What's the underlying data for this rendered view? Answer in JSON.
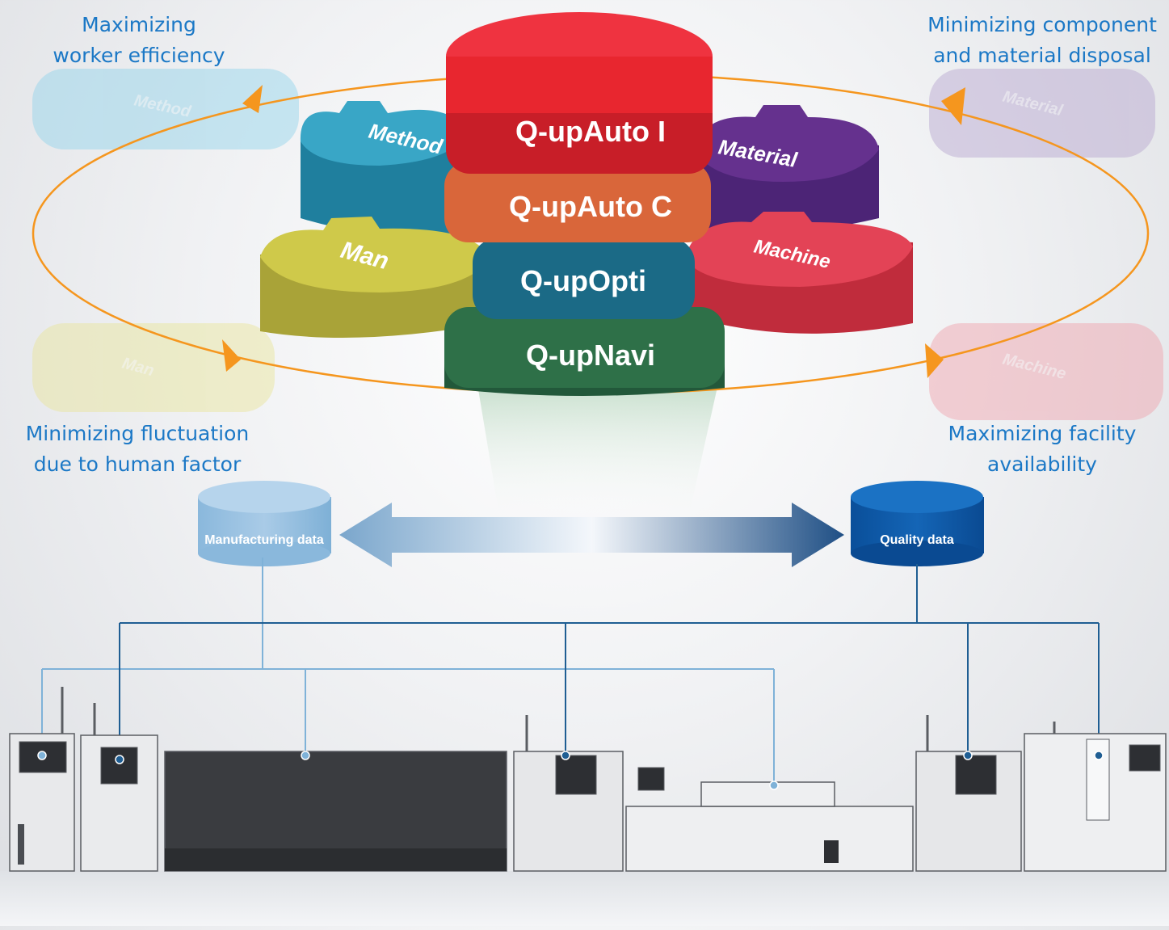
{
  "corners": {
    "top_left": [
      "Maximizing",
      "worker efficiency"
    ],
    "top_right": [
      "Minimizing component",
      "and material disposal"
    ],
    "bottom_left": [
      "Minimizing fluctuation",
      "due to human factor"
    ],
    "bottom_right": [
      "Maximizing facility",
      "availability"
    ]
  },
  "gears": {
    "method": "Method",
    "material": "Material",
    "man": "Man",
    "machine": "Machine"
  },
  "ghost_gears": {
    "method": "Method",
    "material": "Material",
    "man": "Man",
    "machine": "Machine"
  },
  "core_stack": {
    "auto_i": "Q-upAuto I",
    "auto_c": "Q-upAuto C",
    "opti": "Q-upOpti",
    "navi": "Q-upNavi"
  },
  "databases": {
    "manufacturing": "Manufacturing data",
    "quality": "Quality data"
  },
  "colors": {
    "text_blue": "#1b78c6",
    "orbit": "#f5961e",
    "red": "#e8262f",
    "orange": "#d9663a",
    "teal": "#1b6a86",
    "green": "#2e7048",
    "method_blue": "#39a6c6",
    "material_purple": "#65318e",
    "man_yellow": "#cfc94a",
    "machine_red": "#e34356",
    "line_light": "#7fb2d8",
    "line_dark": "#1f5e93"
  }
}
